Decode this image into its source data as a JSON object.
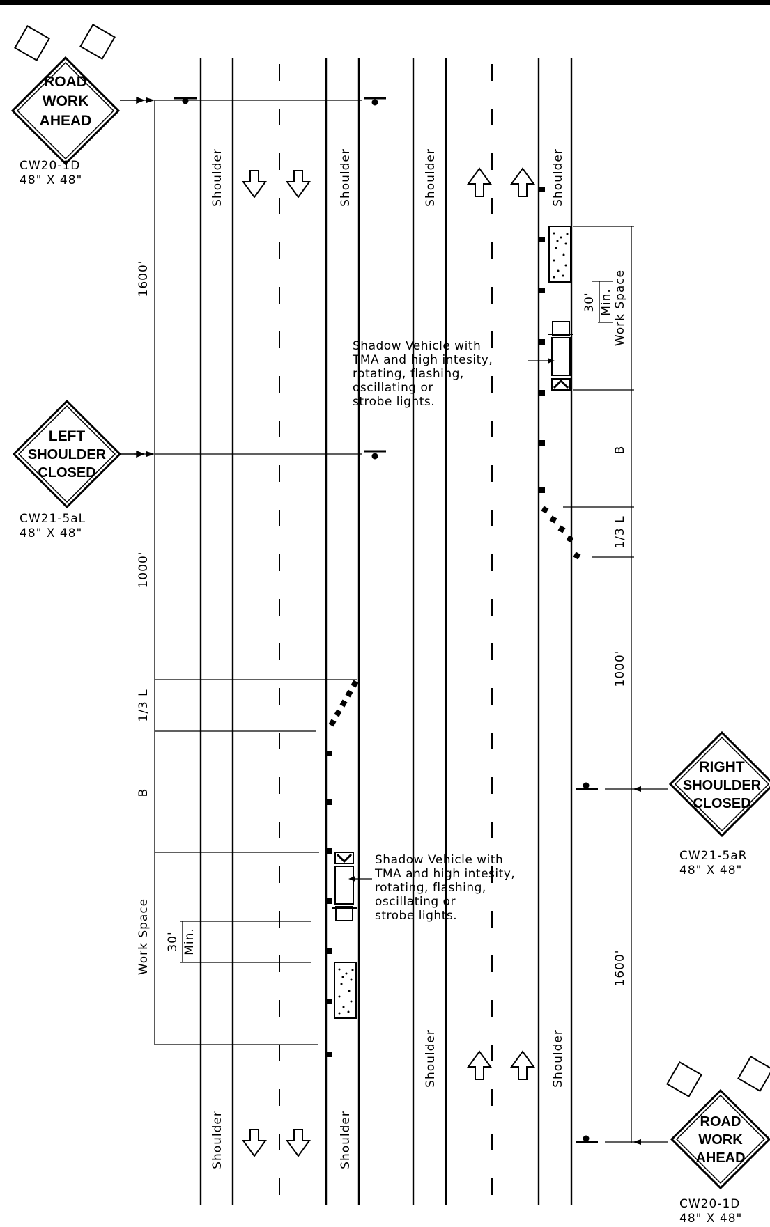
{
  "signs": {
    "top_left": {
      "lines": [
        "ROAD",
        "WORK",
        "AHEAD"
      ],
      "code": "CW20-1D",
      "size": "48\" X 48\""
    },
    "mid_left": {
      "lines": [
        "LEFT",
        "SHOULDER",
        "CLOSED"
      ],
      "code": "CW21-5aL",
      "size": "48\" X 48\""
    },
    "mid_right": {
      "lines": [
        "RIGHT",
        "SHOULDER",
        "CLOSED"
      ],
      "code": "CW21-5aR",
      "size": "48\" X 48\""
    },
    "bottom_right": {
      "lines": [
        "ROAD",
        "WORK",
        "AHEAD"
      ],
      "code": "CW20-1D",
      "size": "48\" X 48\""
    }
  },
  "shoulder_label": "Shoulder",
  "dimensions": {
    "left": {
      "d1600": "1600'",
      "d1000": "1000'",
      "third_l": "1/3 L",
      "b": "B",
      "work_space": "Work Space",
      "min_30": "30'",
      "min_label": "Min."
    },
    "right": {
      "work_space": "Work Space",
      "min_30": "30'",
      "min_label": "Min.",
      "b": "B",
      "third_l": "1/3 L",
      "d1000": "1000'",
      "d1600": "1600'"
    }
  },
  "notes": {
    "top": [
      "Shadow Vehicle with",
      "TMA and high intesity,",
      "rotating, flashing,",
      "oscillating or",
      "strobe lights."
    ],
    "bottom": [
      "Shadow Vehicle with",
      "TMA and high intesity,",
      "rotating, flashing,",
      "oscillating or",
      "strobe lights."
    ]
  },
  "colors": {
    "ink": "#000000",
    "sign_fill": "#ffffff"
  }
}
